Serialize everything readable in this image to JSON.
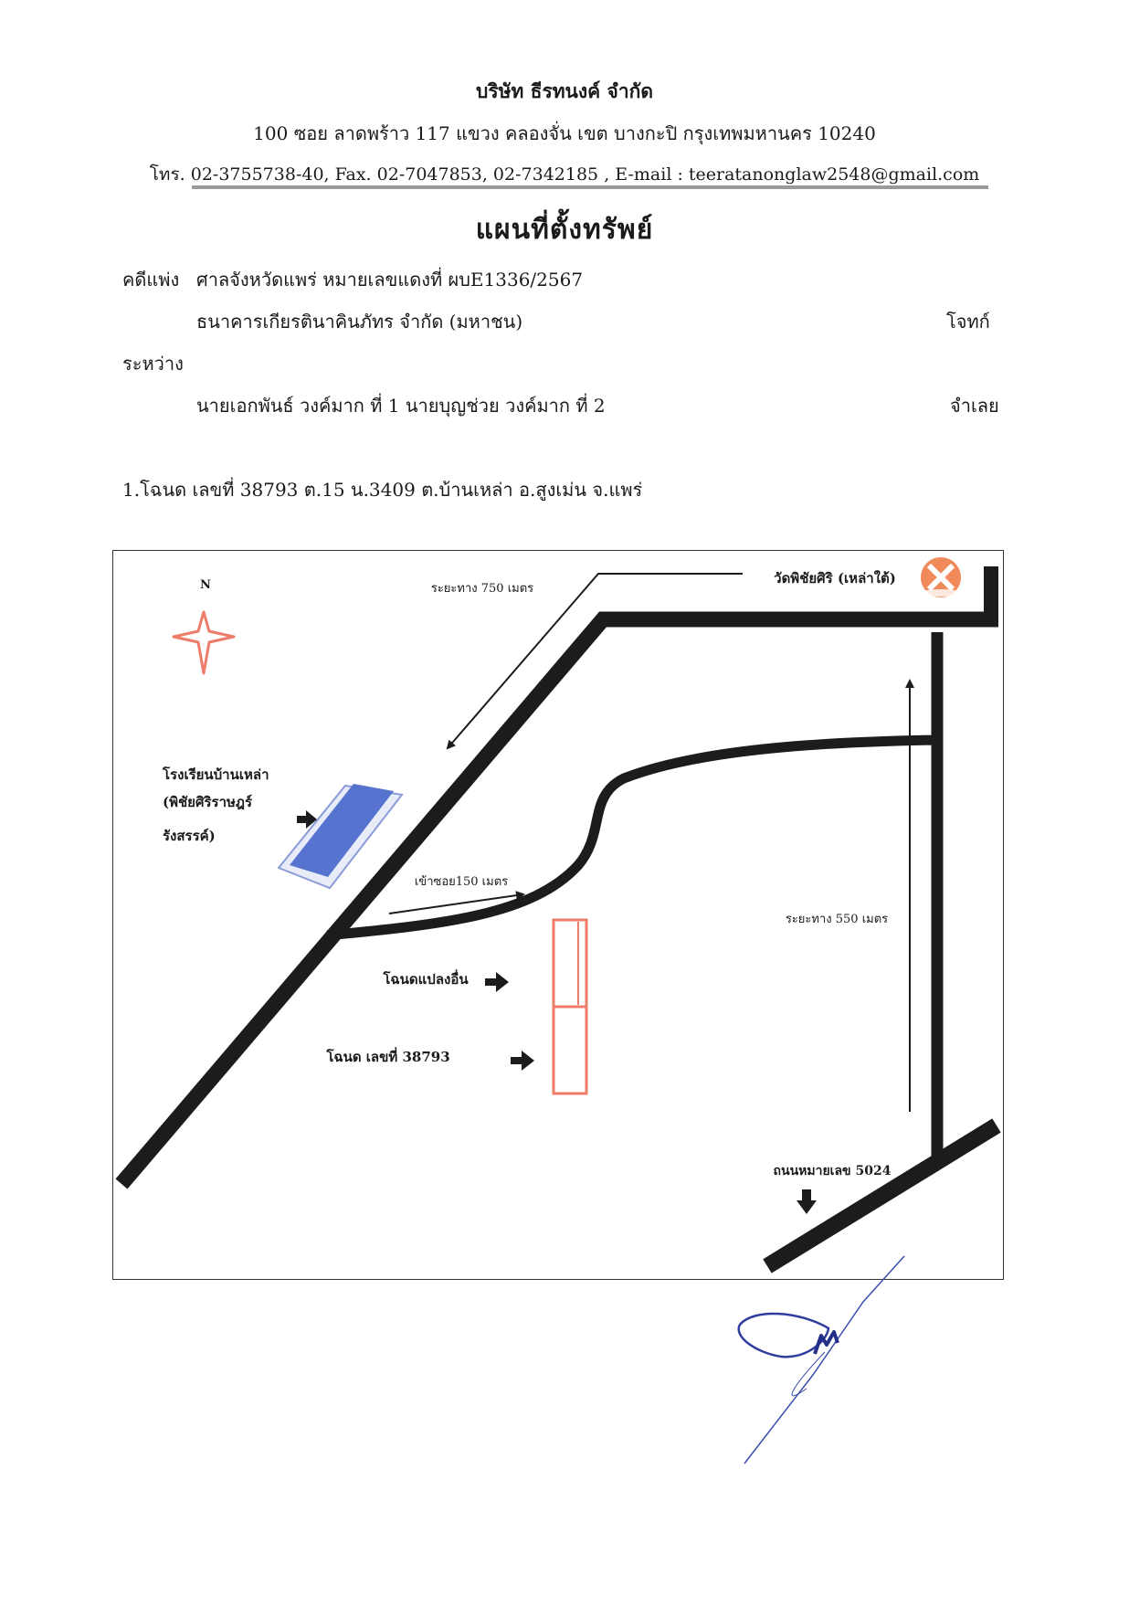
{
  "header": {
    "company_name": "บริษัท ธีรทนงค์ จำกัด",
    "address": "100 ซอย ลาดพร้าว 117 แขวง คลองจั่น เขต บางกะปิ กรุงเทพมหานคร 10240",
    "contact": "โทร. 02-3755738-40, Fax. 02-7047853, 02-7342185 , E-mail : teeratanonglaw2548@gmail.com"
  },
  "document": {
    "title": "แผนที่ตั้งทรัพย์",
    "case_label": "คดีแพ่ง",
    "court_and_case": "ศาลจังหวัดแพร่ หมายเลขแดงที่ ผบE1336/2567",
    "plaintiff": "ธนาคารเกียรตินาคินภัทร จำกัด (มหาชน)",
    "plaintiff_role": "โจทก์",
    "between": "ระหว่าง",
    "defendants": "นายเอกพันธ์ วงค์มาก ที่ 1 นายบุญช่วย วงค์มาก ที่ 2",
    "defendant_role": "จำเลย",
    "deed_line": "1.โฉนด เลขที่ 38793 ต.15 น.3409 ต.บ้านเหล่า อ.สูงเม่น จ.แพร่"
  },
  "map": {
    "north": "N",
    "distance_750": "ระยะทาง 750 เมตร",
    "temple": "วัดพิชัยศิริ (เหล่าใต้)",
    "school_line1": "โรงเรียนบ้านเหล่า",
    "school_line2": "(พิชัยศิริราษฎร์",
    "school_line3": "รังสรรค์)",
    "soi_150": "เข้าซอย150 เมตร",
    "distance_550": "ระยะทาง 550 เมตร",
    "other_plot": "โฉนดแปลงอื่น",
    "deed_plot": "โฉนด เลขที่ 38793",
    "road_number": "ถนนหมายเลข 5024",
    "colors": {
      "road": "#1c1c1e",
      "compass": "#ee7c6a",
      "plot_outline": "#ee7c6a",
      "school": "#5673cf",
      "temple_icon": "#f08a5a"
    }
  }
}
